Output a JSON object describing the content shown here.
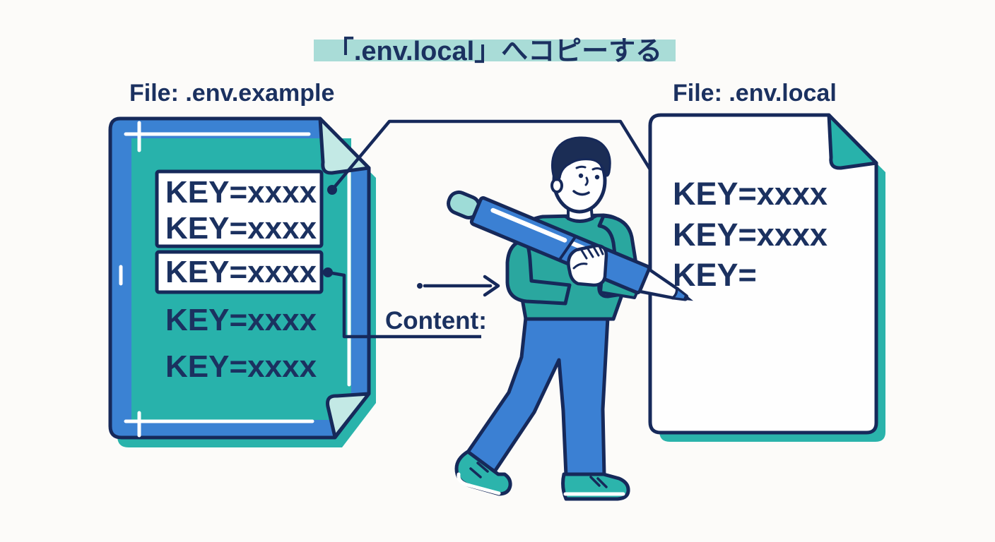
{
  "title": "「.env.local」へコピーする",
  "left_document": {
    "label": "File: .env.example",
    "lines": [
      "KEY=xxxx",
      "KEY=xxxx",
      "KEY=xxxx",
      "KEY=xxxx",
      "KEY=xxxx"
    ]
  },
  "right_document": {
    "label": "File: .env.local",
    "lines": [
      "KEY=xxxx",
      "KEY=xxxx",
      "KEY="
    ]
  },
  "content_label": "Content:",
  "colors": {
    "navy_outline": "#16295a",
    "navy_text": "#1b3160",
    "doc_blue": "#3b82d3",
    "doc_teal": "#28b2ab",
    "fold_light_teal": "#c3e9e5",
    "shadow_teal": "#2ab3ab",
    "title_highlight": "#a9dcd7",
    "sweater_teal": "#2aa79f",
    "pants_blue": "#3b80d3",
    "pen_blue": "#3b80d3",
    "pen_cap_teal": "#9edcd7",
    "shoe_teal": "#2cb4ac",
    "background": "#fcfbf9",
    "paper_white": "#fefefe"
  }
}
